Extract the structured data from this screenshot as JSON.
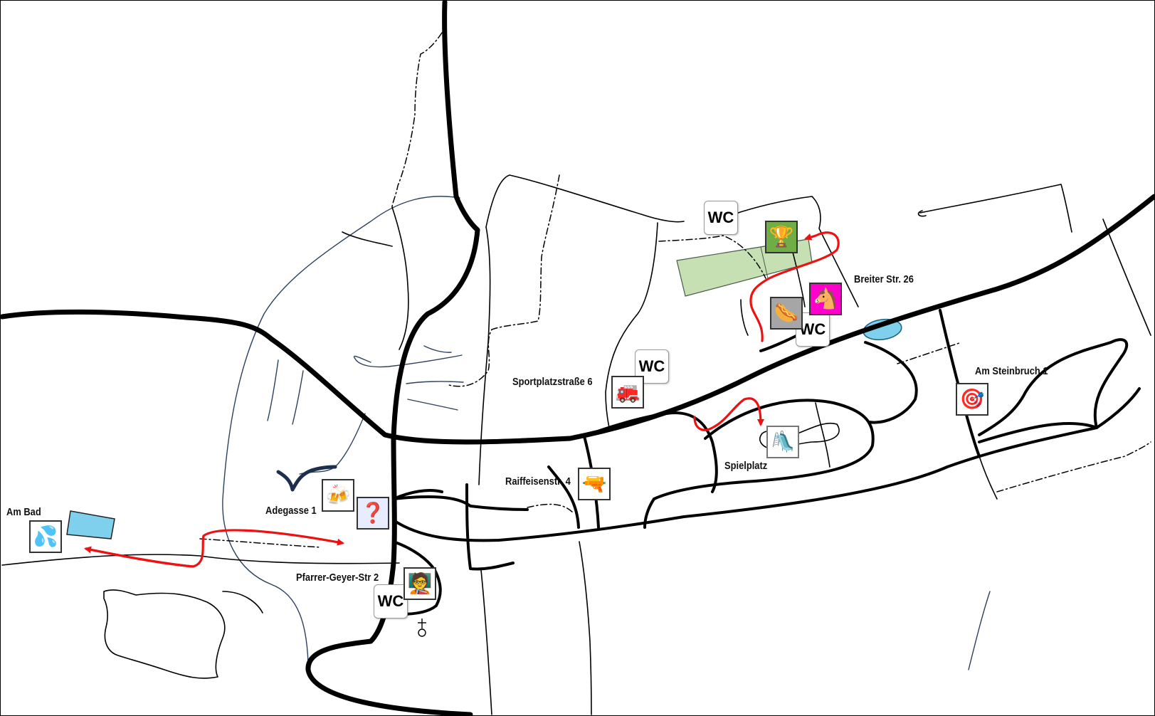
{
  "colors": {
    "road": "#000000",
    "stream": "#2c4160",
    "route": "#ee1111",
    "field": "#c6e0b4",
    "water": "#7fd0ec",
    "trophy_bg": "#70ad47",
    "horse_bg": "#ff00cc",
    "hotdog_bg": "#a6a6a6"
  },
  "labels": {
    "am_bad": "Am Bad",
    "adegasse": "Adegasse 1",
    "pfarrer": "Pfarrer-Geyer-Str 2",
    "raiffeisen": "Raiffeisenstr. 4",
    "sportplatz": "Sportplatzstraße 6",
    "spielplatz": "Spielplatz",
    "breiter": "Breiter Str. 26",
    "steinbruch": "Am Steinbruch 1"
  },
  "toilets": {
    "text": "WC"
  },
  "icons": {
    "water": {
      "name": "water-drops-icon",
      "glyph": "💦"
    },
    "beer": {
      "name": "beer-mugs-icon",
      "glyph": "🍻"
    },
    "mystery": {
      "name": "mystery-box-icon",
      "glyph": "❓"
    },
    "teacher": {
      "name": "teacher-icon",
      "glyph": "🧑‍🏫"
    },
    "firetruck": {
      "name": "fire-engine-icon",
      "glyph": "🚒"
    },
    "revolver": {
      "name": "revolver-icon",
      "glyph": "🔫"
    },
    "trophy": {
      "name": "trophy-icon",
      "glyph": "🏆"
    },
    "horse": {
      "name": "horse-icon",
      "glyph": "🐴"
    },
    "hotdog": {
      "name": "hotdog-icon",
      "glyph": "🌭"
    },
    "slide": {
      "name": "playground-slide-icon",
      "glyph": "🛝"
    },
    "target": {
      "name": "dart-target-icon",
      "glyph": "🎯"
    },
    "cemetery": {
      "name": "cemetery-cross-icon",
      "glyph": "⚲"
    }
  }
}
